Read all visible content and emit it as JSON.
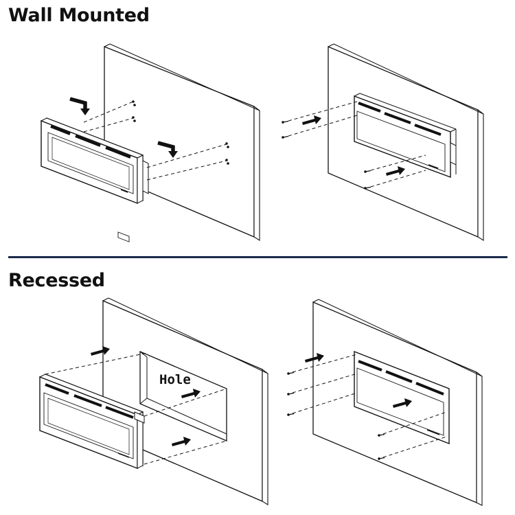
{
  "sections": {
    "wall_mounted": {
      "title": "Wall Mounted"
    },
    "recessed": {
      "title": "Recessed",
      "hole_label": "Hole"
    }
  },
  "colors": {
    "line": "#111111",
    "divider": "#1b2a4a",
    "fill": "#ffffff",
    "arrow": "#111111"
  },
  "icons": {
    "step_arrow": "straight-arrow-icon",
    "hook_arrow": "hook-arrow-icon",
    "screw": "screw-icon"
  }
}
